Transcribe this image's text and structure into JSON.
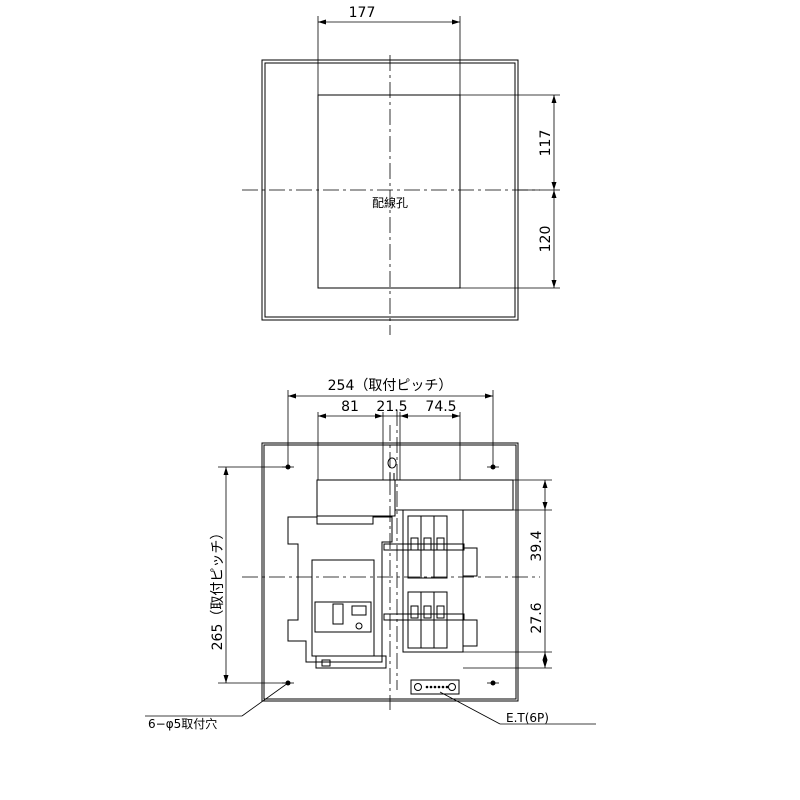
{
  "top_view": {
    "width_dim": "177",
    "upper_dim": "117",
    "lower_dim": "120",
    "hole_label": "配線孔"
  },
  "bottom_view": {
    "pitch_h_dim": "254（取付ピッチ）",
    "seg1_dim": "81",
    "seg2_dim": "21.5",
    "seg3_dim": "74.5",
    "pitch_v_dim": "265（取付ピッチ）",
    "right_dim1": "39.4",
    "right_dim2": "27.6",
    "mount_hole_label": "6−φ5取付穴",
    "terminal_label": "E.T(6P)"
  }
}
